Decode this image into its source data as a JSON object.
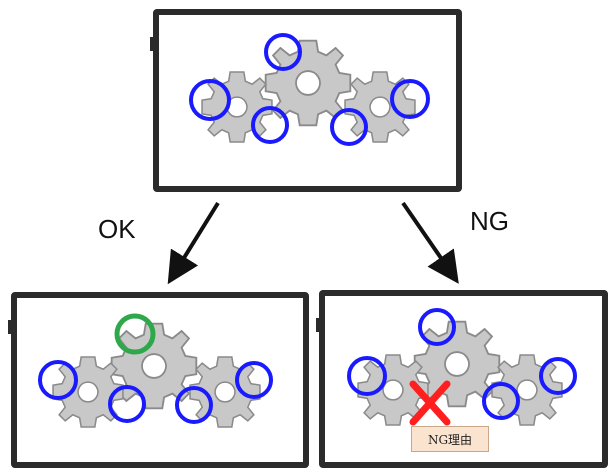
{
  "branches": {
    "ok_label": "OK",
    "ng_label": "NG"
  },
  "ng_tablet": {
    "reason_label": "NG理由"
  },
  "colors": {
    "gear": "#c8c8c8",
    "gear_stroke": "#8a8a8a",
    "circle_default": "#1a1aff",
    "circle_ok": "#2ea84a",
    "cross_ng": "#ff1f1f",
    "reason_bg": "#fbe4cf"
  },
  "icons": [
    "gear-icon",
    "arrow-icon",
    "cross-icon",
    "inspection-circle-icon"
  ]
}
